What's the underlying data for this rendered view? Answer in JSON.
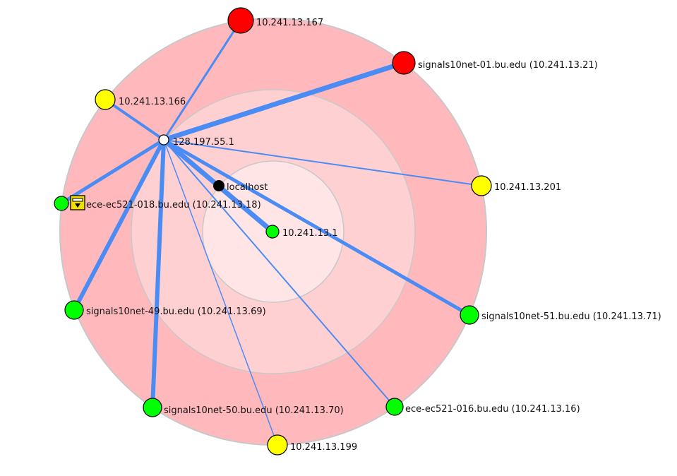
{
  "colors": {
    "ring_outer": "#ffb9bc",
    "ring_middle": "#ffd0d2",
    "ring_inner": "#ffe5e6",
    "ring_stroke": "#c8c8c8",
    "link": "#4b8cf4",
    "status_red": "#ff0000",
    "status_yellow": "#ffff00",
    "status_green": "#00ff00",
    "localhost": "#000000",
    "router": "#ffffff",
    "lock_icon": "#f0e000"
  },
  "hub": {
    "label": "128.197.55.1"
  },
  "localhost": {
    "label": "localhost"
  },
  "nodes": [
    {
      "id": "n167",
      "label": "10.241.13.167",
      "status": "red",
      "traffic": "medium"
    },
    {
      "id": "n21",
      "label": "signals10net-01.bu.edu (10.241.13.21)",
      "status": "red",
      "traffic": "heavy"
    },
    {
      "id": "n166",
      "label": "10.241.13.166",
      "status": "yellow",
      "traffic": "medium"
    },
    {
      "id": "n201",
      "label": "10.241.13.201",
      "status": "yellow",
      "traffic": "light"
    },
    {
      "id": "n18",
      "label": "ece-ec521-018.bu.edu (10.241.13.18)",
      "status": "green",
      "traffic": "heavy",
      "locked": true
    },
    {
      "id": "n1",
      "label": "10.241.13.1",
      "status": "green",
      "traffic": "medium"
    },
    {
      "id": "n69",
      "label": "signals10net-49.bu.edu (10.241.13.69)",
      "status": "green",
      "traffic": "heavy"
    },
    {
      "id": "n71",
      "label": "signals10net-51.bu.edu (10.241.13.71)",
      "status": "green",
      "traffic": "heavy"
    },
    {
      "id": "n70",
      "label": "signals10net-50.bu.edu (10.241.13.70)",
      "status": "green",
      "traffic": "heavy"
    },
    {
      "id": "n16",
      "label": "ece-ec521-016.bu.edu (10.241.13.16)",
      "status": "green",
      "traffic": "medium"
    },
    {
      "id": "n199",
      "label": "10.241.13.199",
      "status": "yellow",
      "traffic": "light"
    }
  ]
}
